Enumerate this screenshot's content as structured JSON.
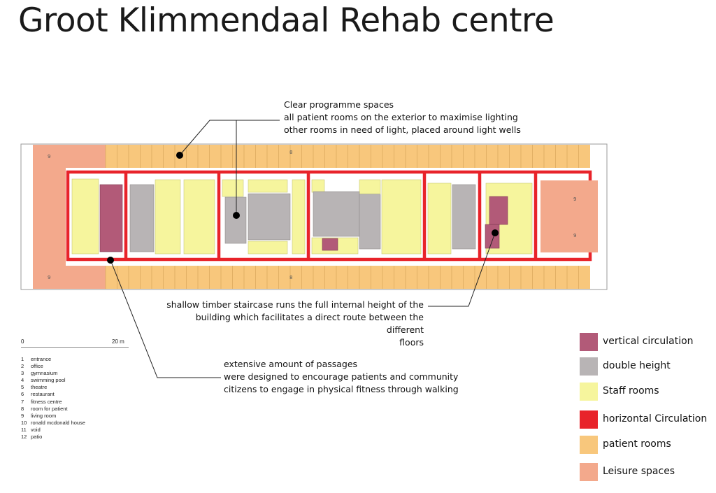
{
  "title": "Groot Klimmendaal Rehab centre",
  "annotations": {
    "top": [
      "Clear programme spaces",
      "all patient rooms on the exterior to maximise lighting",
      "other rooms in need of light, placed around light wells"
    ],
    "middle": [
      "shallow timber staircase runs the full internal height of the",
      "building which facilitates a direct route between the different",
      "floors"
    ],
    "bottom": [
      "extensive amount of passages",
      "were designed to encourage patients and community",
      "citizens to engage in physical fitness through walking"
    ]
  },
  "scale": {
    "start": "0",
    "end": "20 m"
  },
  "room_list": [
    {
      "num": "1",
      "label": "entrance"
    },
    {
      "num": "2",
      "label": "office"
    },
    {
      "num": "3",
      "label": "gymnasium"
    },
    {
      "num": "4",
      "label": "swimming pool"
    },
    {
      "num": "5",
      "label": "theatre"
    },
    {
      "num": "6",
      "label": "restaurant"
    },
    {
      "num": "7",
      "label": "fitness centre"
    },
    {
      "num": "8",
      "label": "room for patient"
    },
    {
      "num": "9",
      "label": "living room"
    },
    {
      "num": "10",
      "label": "ronald mcdonald house"
    },
    {
      "num": "11",
      "label": "void"
    },
    {
      "num": "12",
      "label": "patio"
    }
  ],
  "legend": [
    {
      "label": "vertical circulation",
      "color": "#b25a78"
    },
    {
      "label": "double height",
      "color": "#b8b4b5"
    },
    {
      "label": "Staff rooms",
      "color": "#f6f59d"
    },
    {
      "label": "horizontal Circulation",
      "color": "#e8232a"
    },
    {
      "label": "patient rooms",
      "color": "#f8c77c"
    },
    {
      "label": "Leisure spaces",
      "color": "#f3a98c"
    }
  ],
  "plan_labels": {
    "living_room": "9",
    "patient_room": "8"
  }
}
